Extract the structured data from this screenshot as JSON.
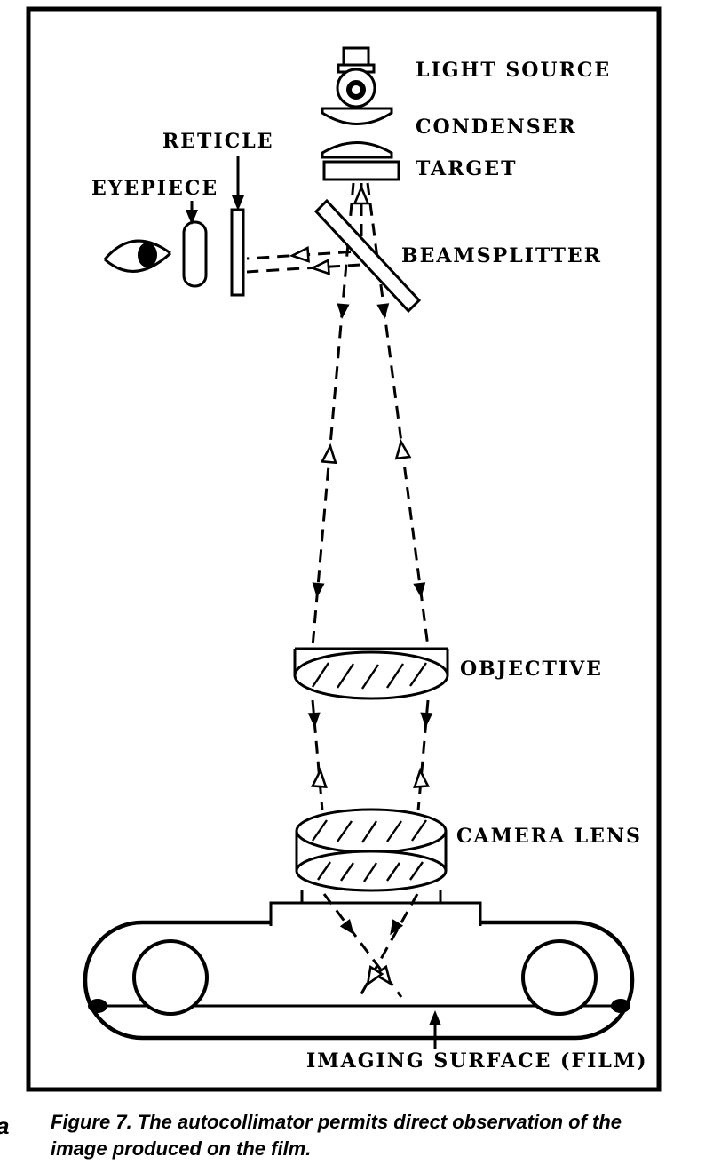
{
  "page": {
    "background": "#ffffff",
    "ink": "#000000"
  },
  "figure": {
    "labels": {
      "light_source": "LIGHT SOURCE",
      "condenser": "CONDENSER",
      "target": "TARGET",
      "reticle": "RETICLE",
      "eyepiece": "EYEPIECE",
      "beamsplitter": "BEAMSPLITTER",
      "objective": "OBJECTIVE",
      "camera_lens": "CAMERA LENS",
      "imaging_surface": "IMAGING SURFACE (FILM)"
    }
  },
  "caption": {
    "line1": "Figure 7. The autocollimator permits direct observation of the",
    "line2": "image produced on the film."
  },
  "page_marker": "a"
}
